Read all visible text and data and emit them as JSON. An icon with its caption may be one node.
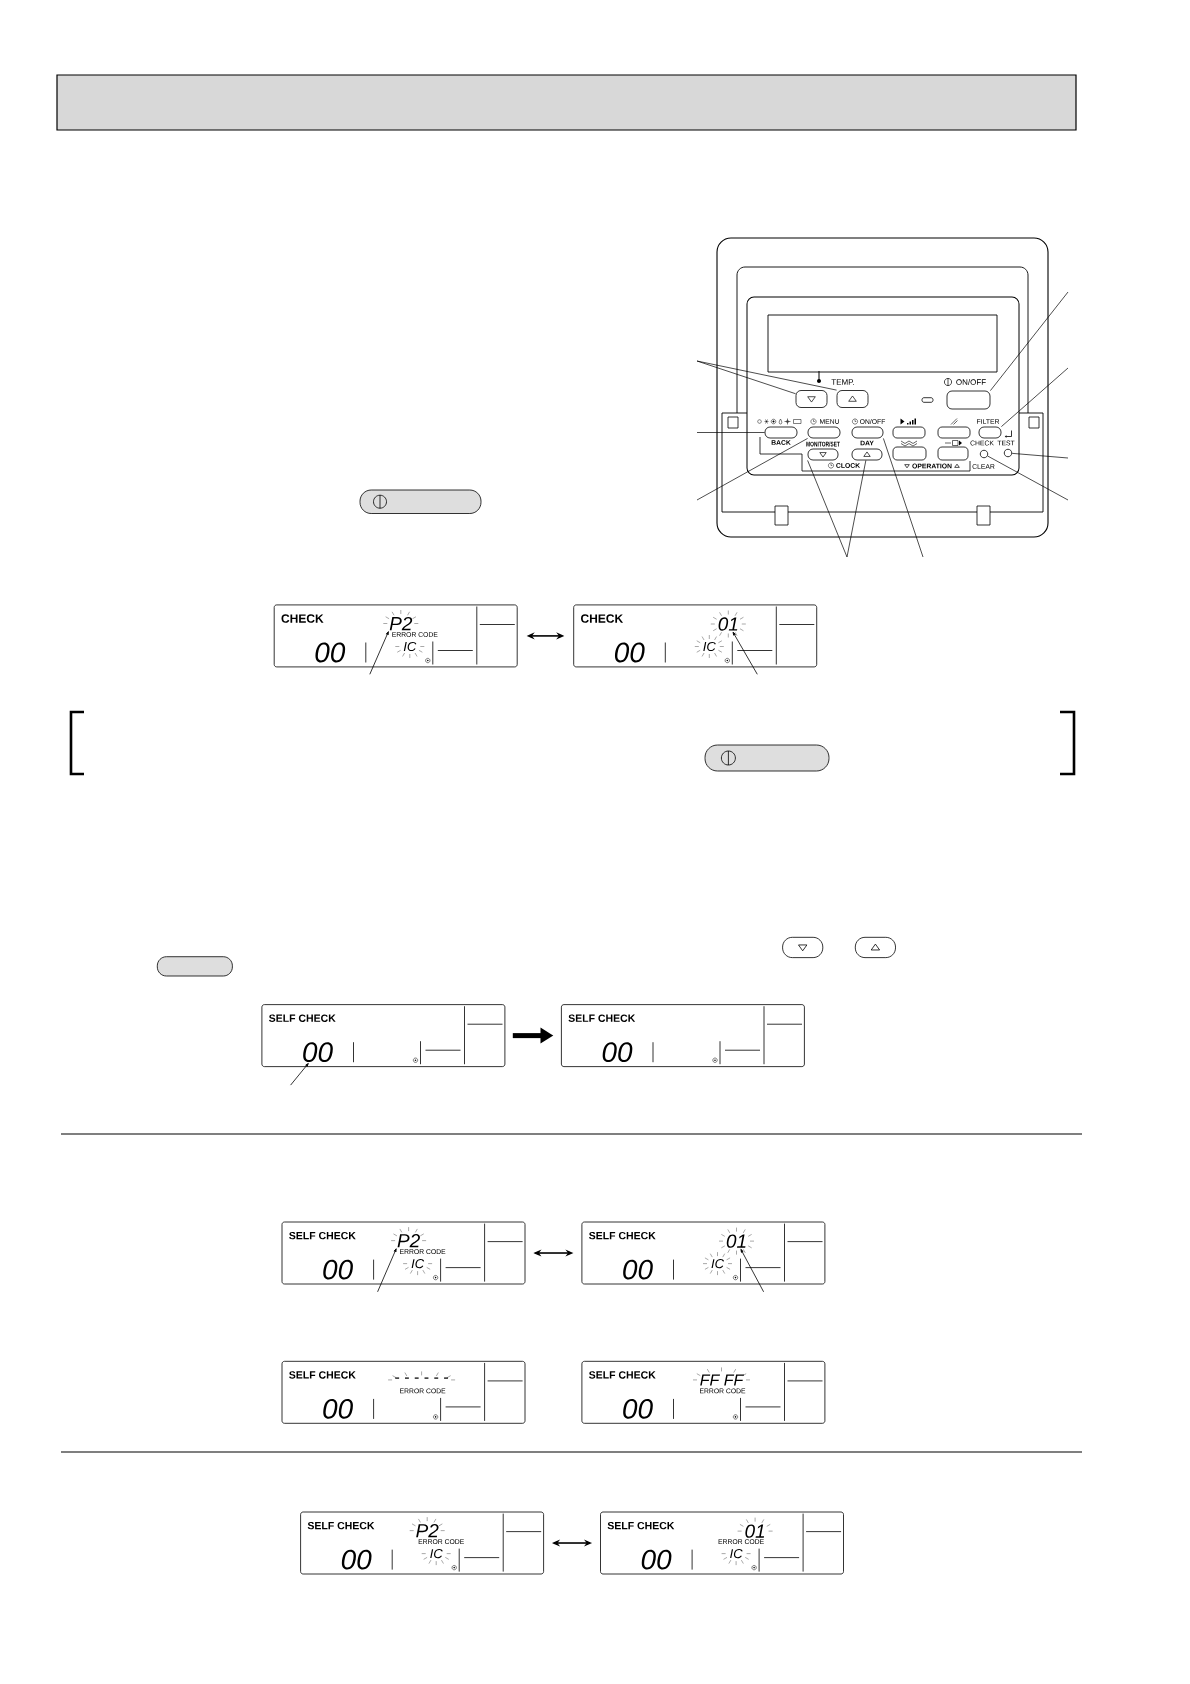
{
  "diagram": {
    "nodes": [
      {
        "text": [],
        "shape": "bar"
      },
      {
        "text": [],
        "shape": "box"
      },
      {
        "text": [],
        "shape": "box"
      },
      {
        "text": [],
        "shape": "box"
      },
      {
        "text": [],
        "shape": "box"
      },
      {
        "text": [],
        "shape": "box"
      },
      {
        "text": [],
        "shape": "box"
      },
      {
        "text": [],
        "shape": "box"
      },
      {
        "text": [],
        "shape": "box"
      },
      {
        "text": [],
        "shape": "box"
      },
      {
        "text": [],
        "shape": "circle"
      },
      {
        "text": [],
        "shape": "circle"
      },
      {
        "text": [
          "CHECK",
          "ERROR CODE",
          "00",
          "IC"
        ]
      },
      {
        "text": [
          "P2"
        ],
        "in": 12
      },
      {
        "text": [
          "CHECK",
          "00",
          "IC"
        ]
      },
      {
        "text": [
          "01"
        ],
        "in": 14
      },
      {
        "text": [
          "SELF CHECK"
        ]
      },
      {
        "text": [
          "00"
        ],
        "in": 16
      },
      {
        "text": [
          "SELF CHECK",
          "00"
        ]
      },
      {
        "text": [
          "SELF CHECK",
          "ERROR CODE",
          "00",
          "IC"
        ]
      },
      {
        "text": [
          "P2"
        ],
        "in": 19
      },
      {
        "text": [
          "SELF CHECK",
          "00",
          "IC"
        ]
      },
      {
        "text": [
          "01"
        ],
        "in": 21
      },
      {
        "text": [
          "SELF CHECK",
          "- - - - - -",
          "ERROR CODE",
          "00"
        ]
      },
      {
        "text": [
          "SELF CHECK",
          "FF FF",
          "ERROR CODE",
          "00"
        ]
      },
      {
        "text": [
          "SELF CHECK",
          "P2",
          "ERROR CODE",
          "00",
          "IC"
        ]
      },
      {
        "text": [
          "SELF CHECK",
          "01",
          "ERROR CODE",
          "00",
          "IC"
        ]
      }
    ],
    "edges": [
      {
        "from": null,
        "to": 1,
        "arrow": "none"
      },
      {
        "from": null,
        "to": 2,
        "arrow": "none"
      },
      {
        "from": null,
        "to": 4,
        "arrow": "none"
      },
      {
        "from": null,
        "to": 5,
        "arrow": "none"
      },
      {
        "from": null,
        "to": 3,
        "arrow": "none"
      },
      {
        "from": null,
        "to": 7,
        "arrow": "none"
      },
      {
        "from": null,
        "to": 11,
        "arrow": "none"
      },
      {
        "from": null,
        "to": 10,
        "arrow": "none"
      },
      {
        "from": null,
        "to": 8,
        "arrow": "none"
      },
      {
        "from": null,
        "to": 9,
        "arrow": "none"
      },
      {
        "from": null,
        "to": 6,
        "arrow": "none"
      },
      {
        "from": 12,
        "to": 14,
        "arrow": "both"
      },
      {
        "from": null,
        "to": 13,
        "arrow": "to"
      },
      {
        "from": null,
        "to": 15,
        "arrow": "to"
      },
      {
        "from": 16,
        "to": 18,
        "arrow": "to",
        "style": "thick"
      },
      {
        "from": null,
        "to": 17,
        "arrow": "to"
      },
      {
        "from": 19,
        "to": 21,
        "arrow": "both"
      },
      {
        "from": null,
        "to": 20,
        "arrow": "to"
      },
      {
        "from": null,
        "to": 22,
        "arrow": "to"
      },
      {
        "from": 25,
        "to": 26,
        "arrow": "both"
      }
    ],
    "labels": [
      "TEMP.",
      "ON/OFF",
      "MENU",
      "ON/OFF",
      "FILTER",
      "BACK",
      "MONITOR/SET",
      "DAY",
      "CHECK",
      "TEST",
      "CLOCK",
      "OPERATION",
      "CLEAR"
    ]
  }
}
